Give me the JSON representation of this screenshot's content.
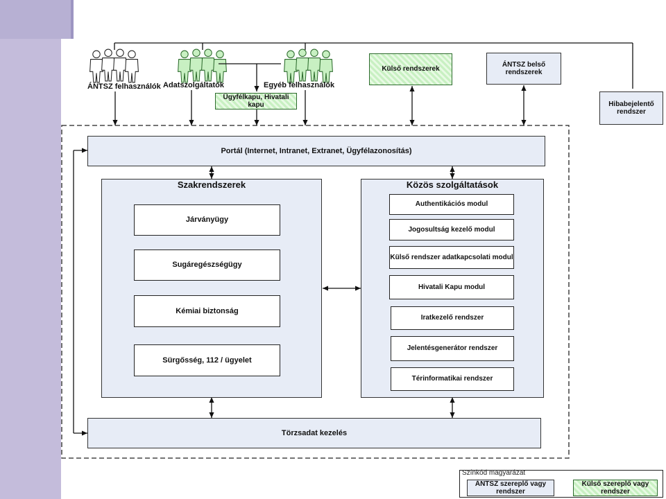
{
  "actors": {
    "antsz_users": "ÁNTSZ felhasználók",
    "data_providers": "Adatszolgáltatók",
    "other_users": "Egyéb felhasználók"
  },
  "external": {
    "customer_gate": "Ügyfélkapu, Hivatali kapu",
    "external_systems": "Külső rendszerek",
    "antsz_internal_systems": "ÁNTSZ belső rendszerek",
    "error_reporting": "Hibabejelentő rendszer"
  },
  "portal": "Portál (Internet, Intranet, Extranet, Ügyfélazonosítás)",
  "professional_systems": {
    "title": "Szakrendszerek",
    "items": [
      "Járványügy",
      "Sugáregészségügy",
      "Kémiai biztonság",
      "Sürgősség, 112 / ügyelet"
    ]
  },
  "common_services": {
    "title": "Közös szolgáltatások",
    "items": [
      "Authentikációs modul",
      "Jogosultság kezelő modul",
      "Külső rendszer adatkapcsolati modul",
      "Hivatali Kapu modul",
      "Iratkezelő rendszer",
      "Jelentésgenerátor rendszer",
      "Térinformatikai rendszer"
    ]
  },
  "master_data": "Törzsadat kezelés",
  "legend": {
    "title": "Színkód magyarázat",
    "antsz": "ÁNTSZ szereplő vagy rendszer",
    "external": "Külső szereplő vagy rendszer"
  },
  "colors": {
    "internal_fill": "#e7ecf6",
    "external_fill": "#d2f3cc",
    "antsz_users_fill": "#ffffff",
    "sidebar": "#c4bcdb"
  }
}
